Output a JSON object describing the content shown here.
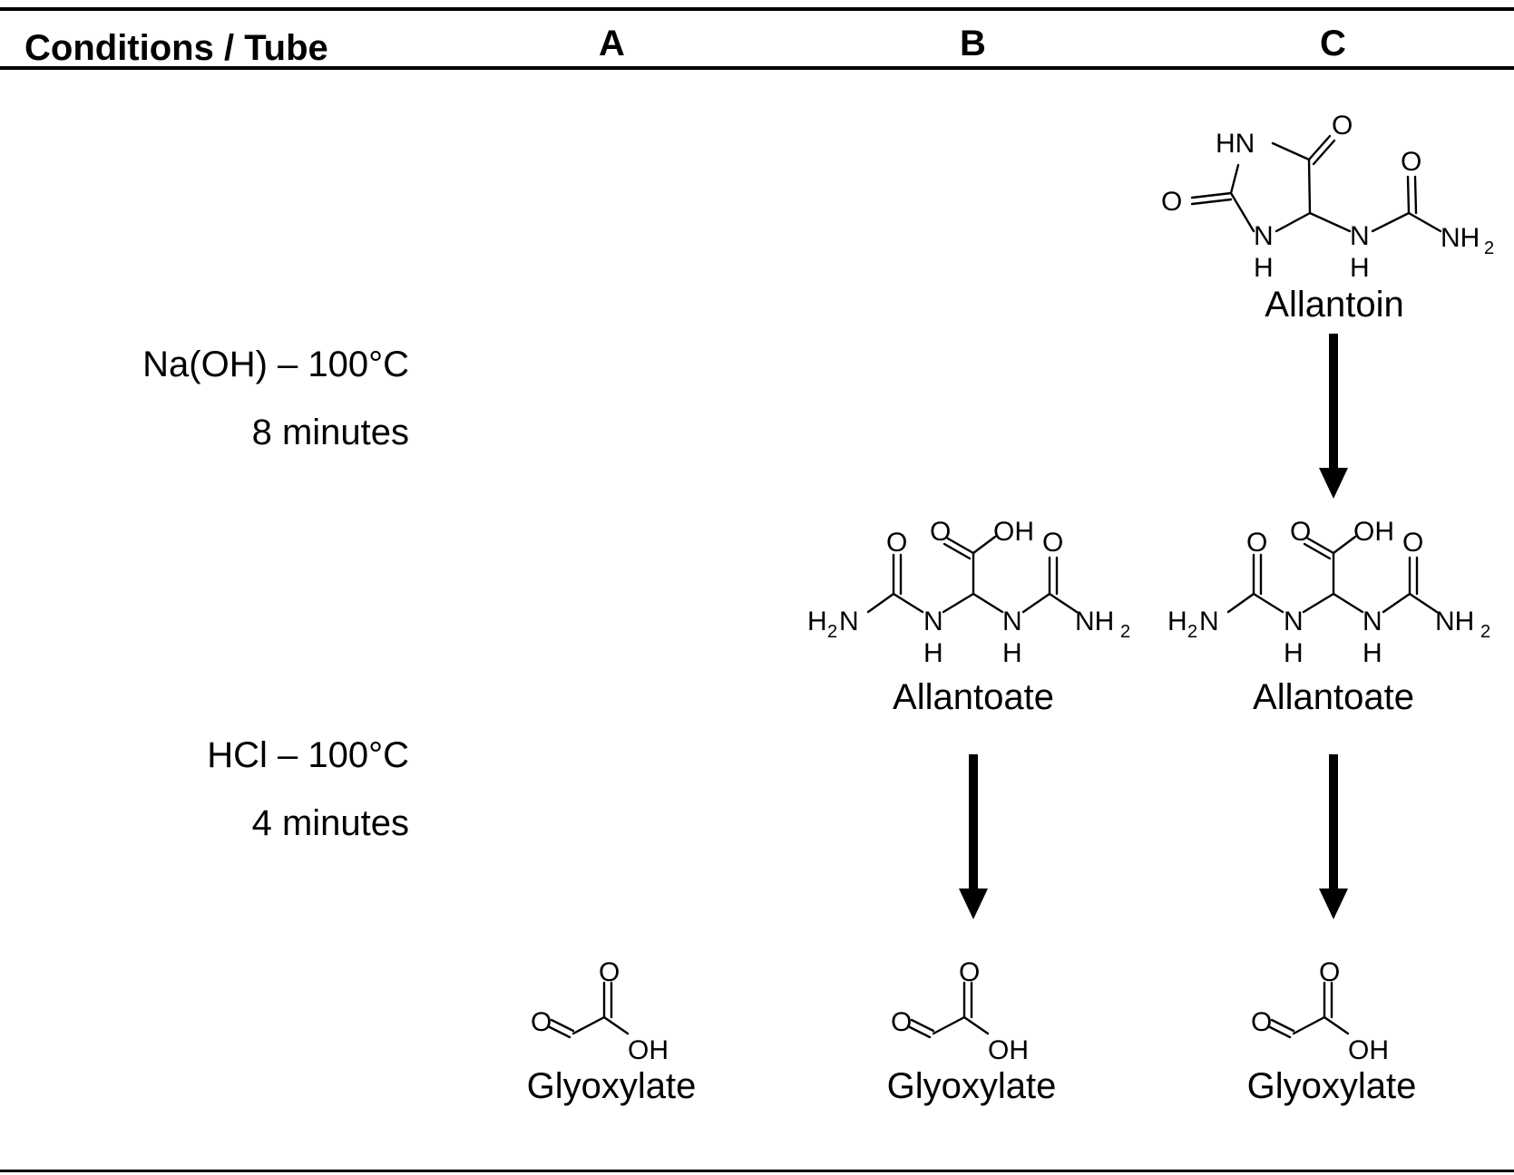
{
  "header": {
    "conditions_label": "Conditions / Tube",
    "tubes": [
      "A",
      "B",
      "C"
    ]
  },
  "conditions": [
    {
      "reagent": "Na(OH) – 100°C",
      "time": "8 minutes"
    },
    {
      "reagent": "HCl – 100°C",
      "time": "4 minutes"
    }
  ],
  "molecules": {
    "allantoin": "Allantoin",
    "allantoate_b": "Allantoate",
    "allantoate_c": "Allantoate",
    "glyoxylate_a": "Glyoxylate",
    "glyoxylate_b": "Glyoxylate",
    "glyoxylate_c": "Glyoxylate"
  },
  "atoms": {
    "O": "O",
    "OH": "OH",
    "HN": "HN",
    "N": "N",
    "H": "H",
    "NH": "NH",
    "two": "2"
  }
}
